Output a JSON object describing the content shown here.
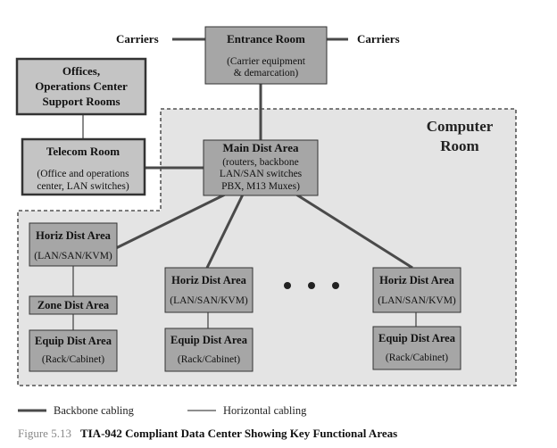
{
  "carriers_left": "Carriers",
  "carriers_right": "Carriers",
  "entrance_room": {
    "title": "Entrance Room",
    "line1": "(Carrier equipment",
    "line2": "& demarcation)"
  },
  "offices": {
    "line1": "Offices,",
    "line2": "Operations Center",
    "line3": "Support Rooms"
  },
  "telecom_room": {
    "title": "Telecom Room",
    "line1": "(Office and operations",
    "line2": "center, LAN switches)"
  },
  "computer_room": {
    "line1": "Computer",
    "line2": "Room"
  },
  "main_dist_area": {
    "title": "Main Dist Area",
    "line1": "(routers, backbone",
    "line2": "LAN/SAN switches",
    "line3": "PBX, M13 Muxes)"
  },
  "horiz_dist_area": {
    "title": "Horiz Dist Area",
    "sub": "(LAN/SAN/KVM)"
  },
  "zone_dist_area": {
    "title": "Zone Dist Area"
  },
  "equip_dist_area": {
    "title": "Equip Dist Area",
    "sub": "(Rack/Cabinet)"
  },
  "legend": {
    "backbone": "Backbone cabling",
    "horizontal": "Horizontal cabling"
  },
  "caption": {
    "figure": "Figure 5.13",
    "title": "TIA-942 Compliant Data Center Showing Key Functional Areas"
  },
  "colors": {
    "box_fill": "#a6a6a6",
    "box_fill_light": "#c4c4c4",
    "room_fill": "#e4e4e4",
    "line": "#4a4a4a"
  }
}
